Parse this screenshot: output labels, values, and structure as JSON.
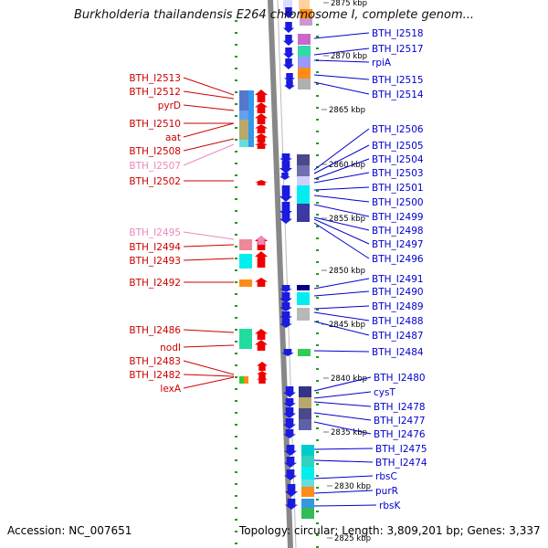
{
  "title": "Burkholderia thailandensis E264 chromosome I, complete genom...",
  "accession": "Accession: NC_007651",
  "summary": "Topology: circular; Length: 3,809,201 bp; Genes: 3,337",
  "colors": {
    "left_label": "#cc0000",
    "left_label_faded": "#ee88bb",
    "right_label": "#0000cc",
    "left_arrow": "#ee0000",
    "right_arrow": "#1a1ae0",
    "axis": "#888888",
    "tick_dots": "#229922"
  },
  "scale_labels": [
    "2875 kbp",
    "2870 kbp",
    "2865 kbp",
    "2860 kbp",
    "2855 kbp",
    "2850 kbp",
    "2845 kbp",
    "2840 kbp",
    "2835 kbp",
    "2830 kbp",
    "2825 kbp"
  ],
  "left_genes": [
    {
      "label": "BTH_I2513",
      "faded": false
    },
    {
      "label": "BTH_I2512",
      "faded": false
    },
    {
      "label": "pyrD",
      "faded": false
    },
    {
      "label": "BTH_I2510",
      "faded": false
    },
    {
      "label": "aat",
      "faded": false
    },
    {
      "label": "BTH_I2508",
      "faded": false
    },
    {
      "label": "BTH_I2507",
      "faded": true
    },
    {
      "label": "BTH_I2502",
      "faded": false
    },
    {
      "label": "BTH_I2495",
      "faded": true
    },
    {
      "label": "BTH_I2494",
      "faded": false
    },
    {
      "label": "BTH_I2493",
      "faded": false
    },
    {
      "label": "BTH_I2492",
      "faded": false
    },
    {
      "label": "BTH_I2486",
      "faded": false
    },
    {
      "label": "nodI",
      "faded": false
    },
    {
      "label": "BTH_I2483",
      "faded": false
    },
    {
      "label": "BTH_I2482",
      "faded": false
    },
    {
      "label": "lexA",
      "faded": false
    }
  ],
  "right_genes": [
    {
      "label": "BTH_I2518"
    },
    {
      "label": "BTH_I2517"
    },
    {
      "label": "rpiA"
    },
    {
      "label": "BTH_I2515"
    },
    {
      "label": "BTH_I2514"
    },
    {
      "label": "BTH_I2506"
    },
    {
      "label": "BTH_I2505"
    },
    {
      "label": "BTH_I2504"
    },
    {
      "label": "BTH_I2503"
    },
    {
      "label": "BTH_I2501"
    },
    {
      "label": "BTH_I2500"
    },
    {
      "label": "BTH_I2499"
    },
    {
      "label": "BTH_I2498"
    },
    {
      "label": "BTH_I2497"
    },
    {
      "label": "BTH_I2496"
    },
    {
      "label": "BTH_I2491"
    },
    {
      "label": "BTH_I2490"
    },
    {
      "label": "BTH_I2489"
    },
    {
      "label": "BTH_I2488"
    },
    {
      "label": "BTH_I2487"
    },
    {
      "label": "BTH_I2484"
    },
    {
      "label": "BTH_I2480"
    },
    {
      "label": "cysT"
    },
    {
      "label": "BTH_I2478"
    },
    {
      "label": "BTH_I2477"
    },
    {
      "label": "BTH_I2476"
    },
    {
      "label": "BTH_I2475"
    },
    {
      "label": "BTH_I2474"
    },
    {
      "label": "rbsC"
    },
    {
      "label": "purR"
    },
    {
      "label": "rbsK"
    }
  ]
}
